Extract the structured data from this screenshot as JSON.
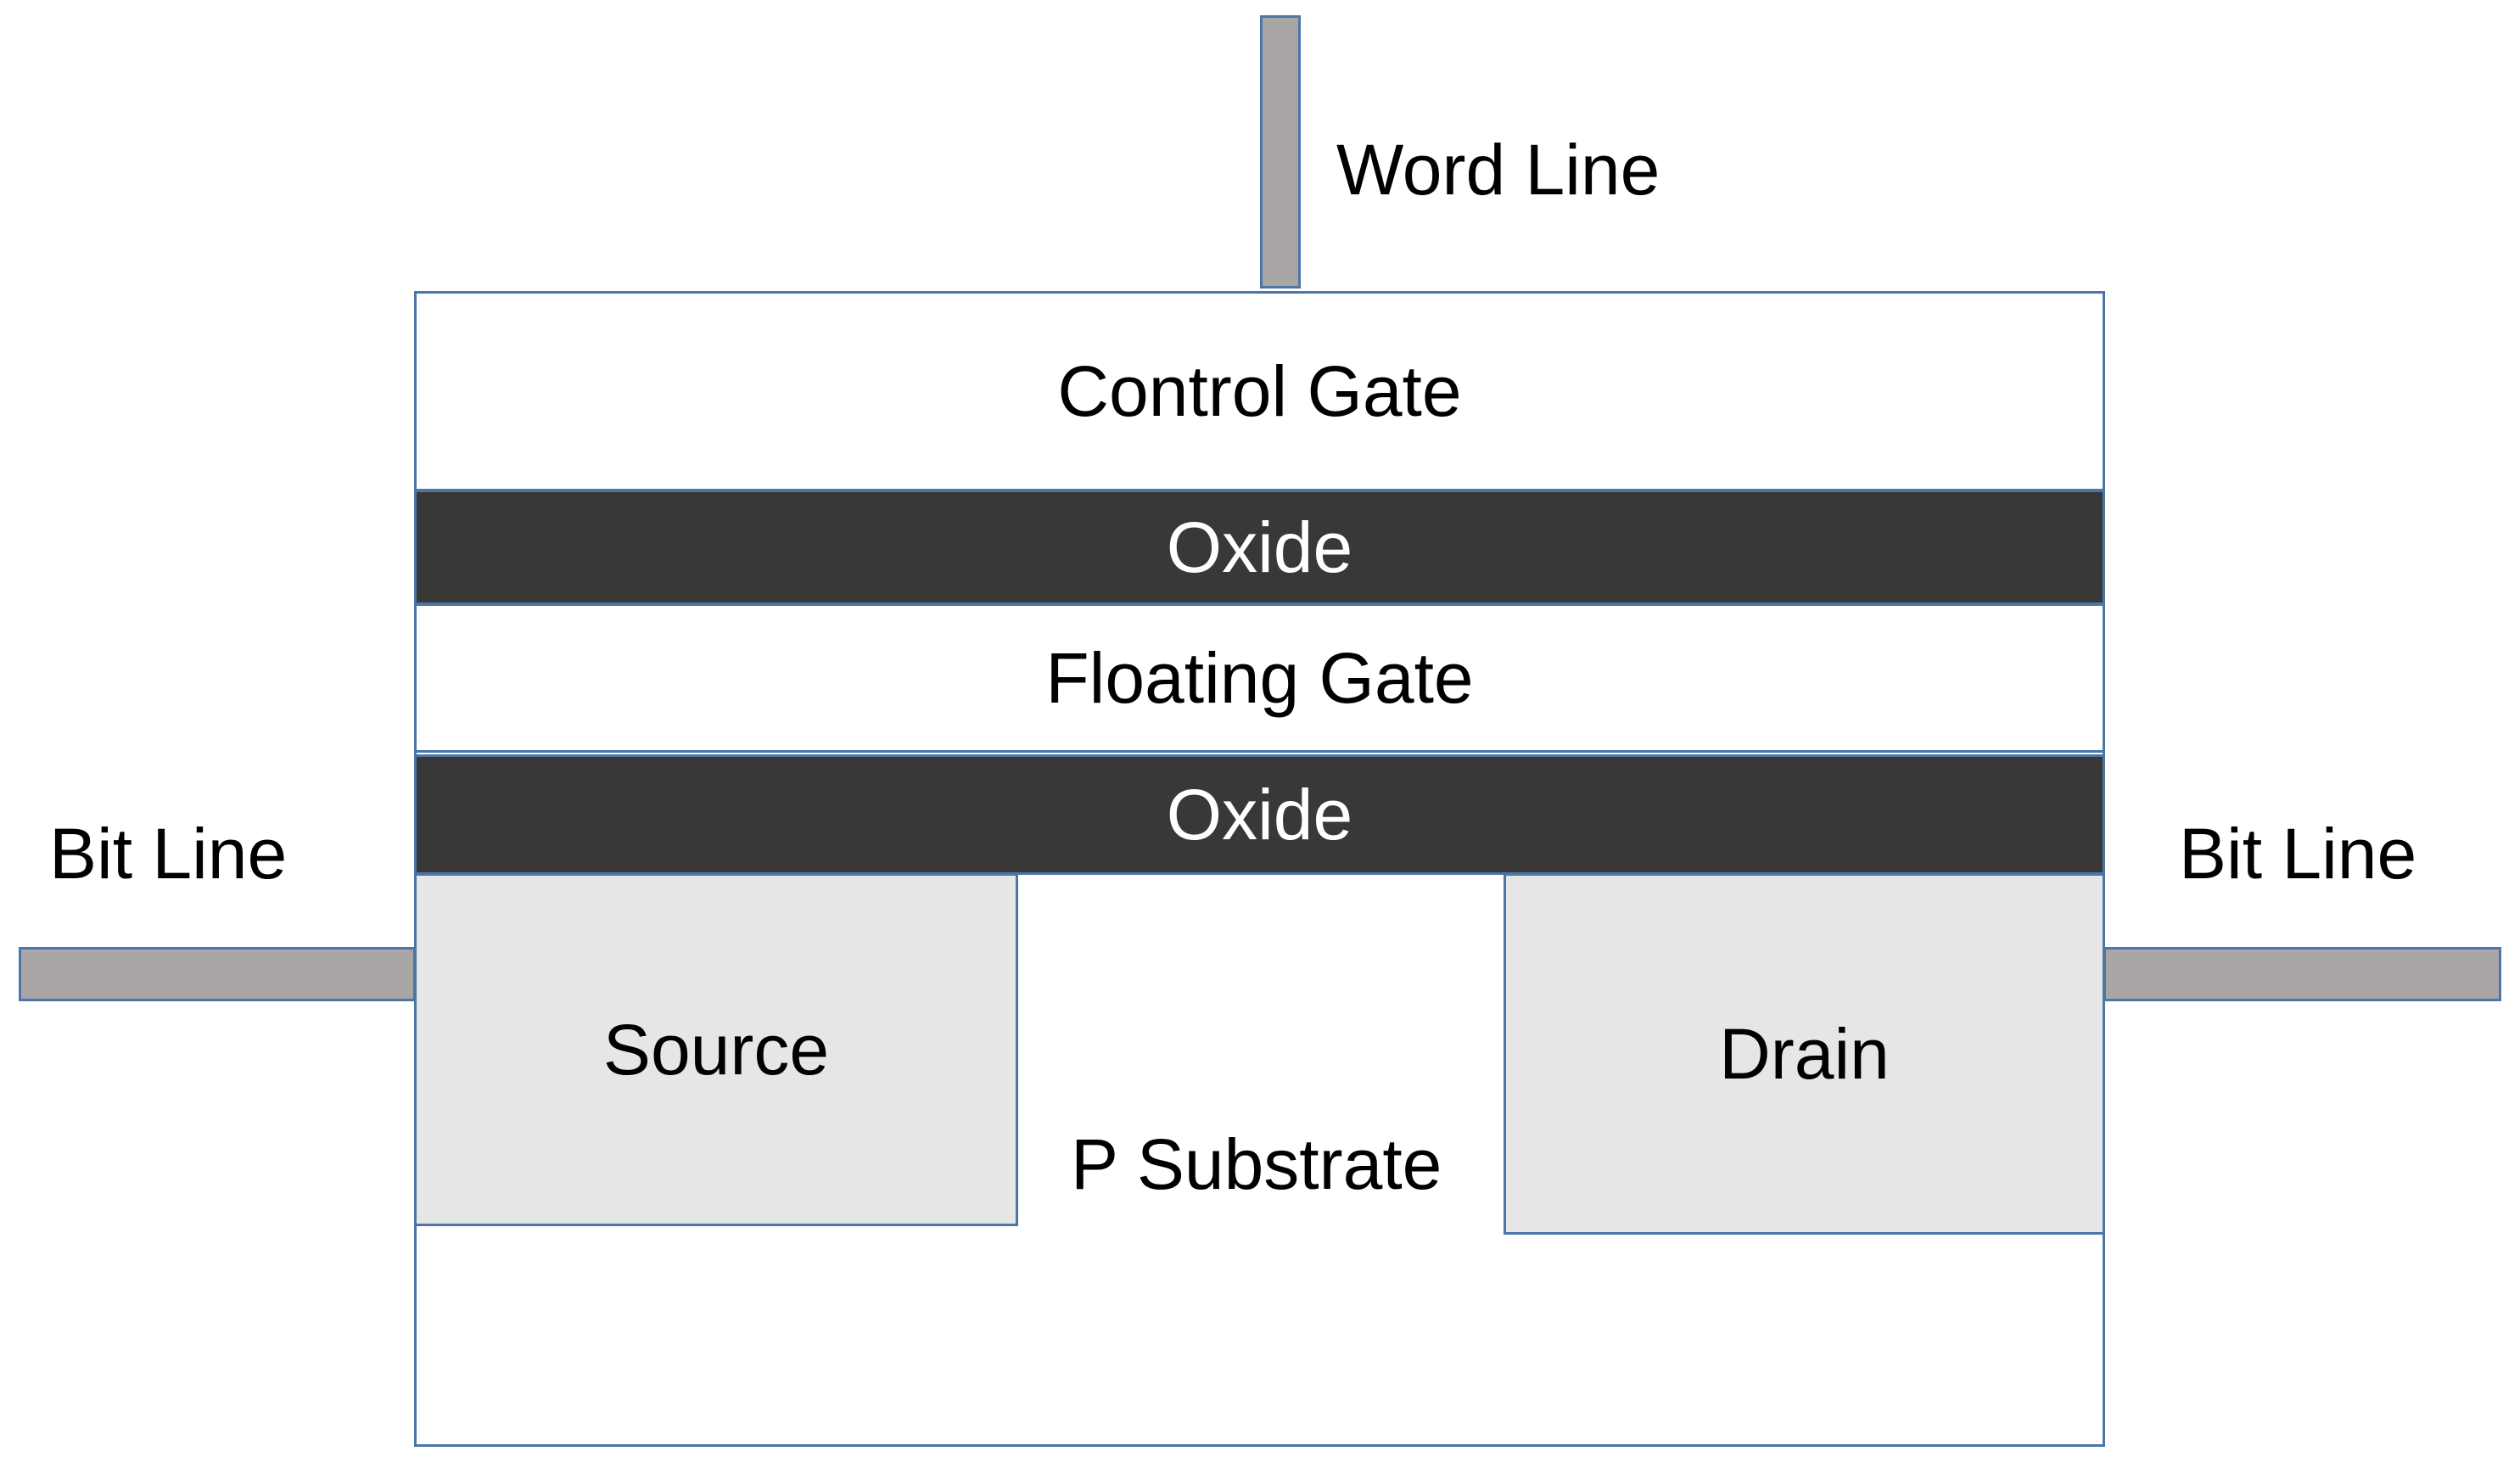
{
  "labels": {
    "word_line": "Word Line",
    "control_gate": "Control Gate",
    "oxide_top": "Oxide",
    "floating_gate": "Floating Gate",
    "oxide_bottom": "Oxide",
    "bit_line_left": "Bit Line",
    "bit_line_right": "Bit Line",
    "source": "Source",
    "drain": "Drain",
    "substrate": "P Substrate"
  },
  "colors": {
    "outline": "#4a76a8",
    "wire_fill": "#aaa6a6",
    "oxide_fill": "#3a3836",
    "region_fill": "#e6e6e6",
    "background": "#ffffff"
  }
}
